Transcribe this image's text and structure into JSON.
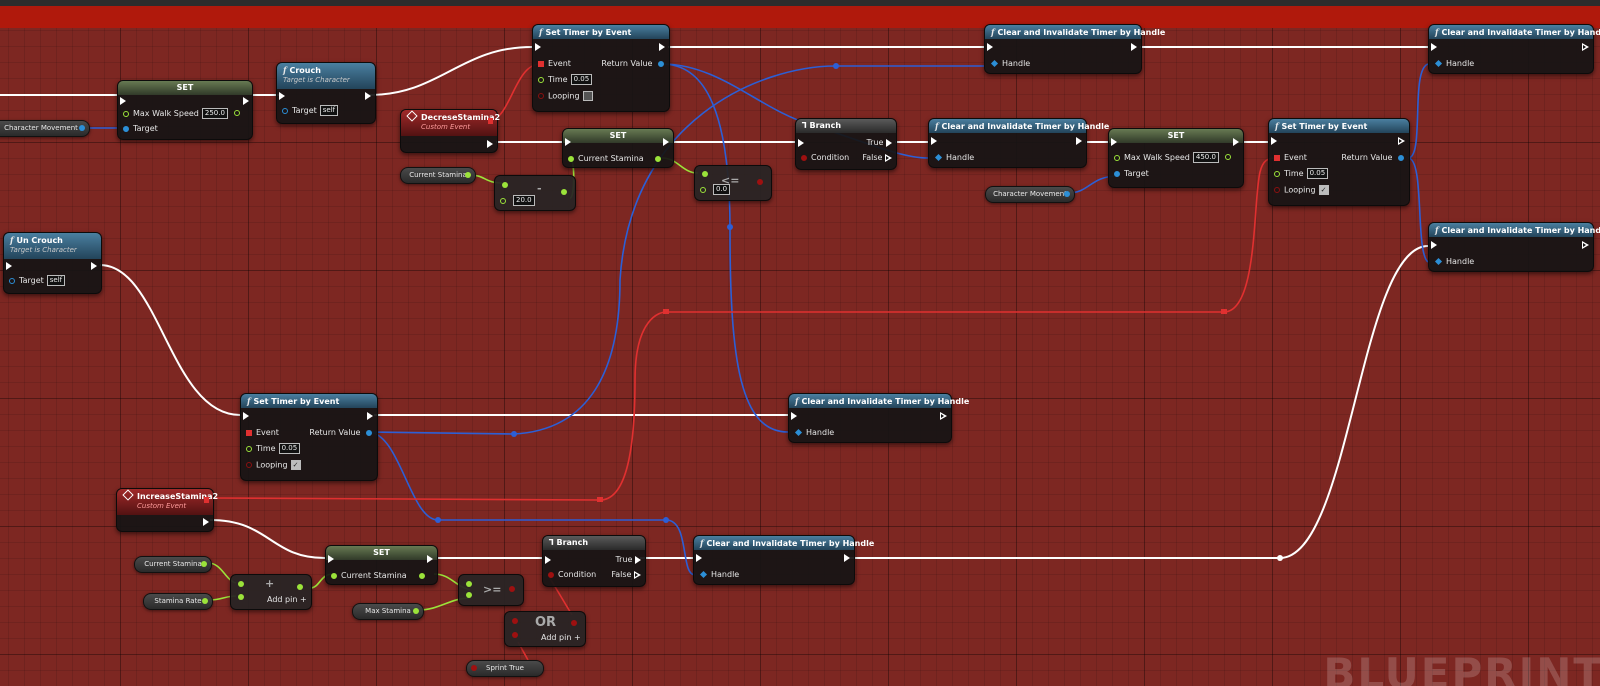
{
  "labels": {
    "set": "SET",
    "set_timer_by_event": "Set Timer by Event",
    "clear_timer": "Clear and Invalidate Timer by Handle",
    "branch": "Branch",
    "crouch": "Crouch",
    "uncrouch": "Un Crouch",
    "target_is_character": "Target is Character",
    "decrease_event": "DecreseStamina2",
    "increase_event": "IncreaseStamina2",
    "custom_event": "Custom Event",
    "event": "Event",
    "return_value": "Return Value",
    "time": "Time",
    "looping": "Looping",
    "handle": "Handle",
    "target": "Target",
    "condition": "Condition",
    "true": "True",
    "false": "False",
    "max_walk_speed": "Max Walk Speed",
    "current_stamina": "Current Stamina",
    "add_pin": "Add pin",
    "or": "OR",
    "character_movement": "Character Movement",
    "stamina_rate": "Stamina Rate",
    "max_stamina": "Max Stamina",
    "sprint_true": "Sprint True",
    "self": "self"
  },
  "values": {
    "walk_speed_crouch": "250.0",
    "walk_speed_normal": "450.0",
    "timer_time": "0.05",
    "decrease_amount": "20.0",
    "compare_zero": "0.0",
    "looping_checked": "✓"
  },
  "operators": {
    "subtract": "-",
    "less_equal": "<=",
    "add": "+",
    "greater_equal": ">="
  },
  "watermark": "BLUEPRINT",
  "colors": {
    "background": "#7d2722",
    "top_band": "#b0190c",
    "exec_wire": "#ffffff",
    "object_wire": "#2c5fd6",
    "float_wire": "#9be33a",
    "event_wire": "#e03030",
    "function_header": "#3a6a8a",
    "event_header": "#8a2020"
  }
}
